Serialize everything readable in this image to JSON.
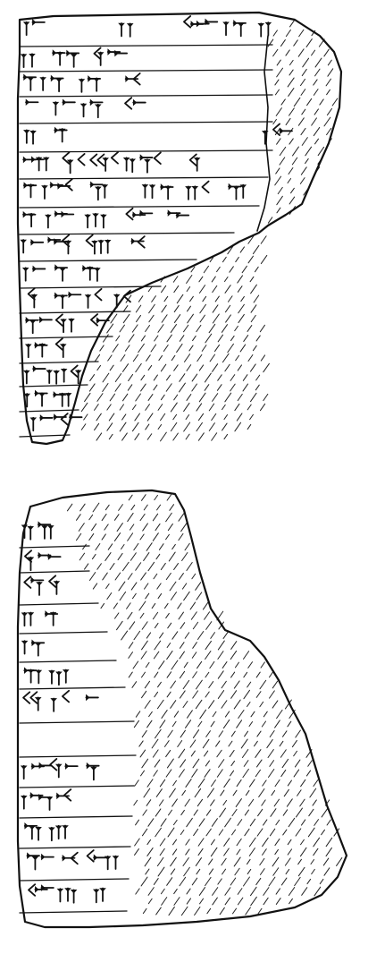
{
  "fragments": [
    {
      "id": "obverse",
      "ruled_lines": 16
    },
    {
      "id": "reverse",
      "ruled_lines": 13
    }
  ],
  "colors": {
    "ink": "#111111",
    "paper": "#ffffff"
  }
}
